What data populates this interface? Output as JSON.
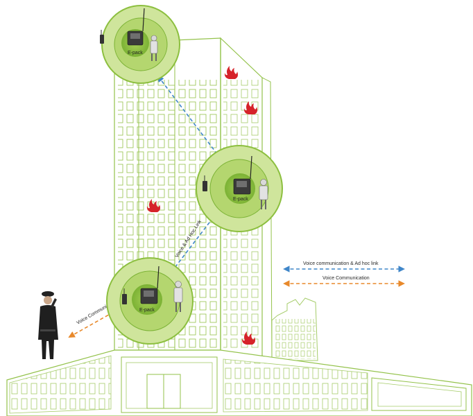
{
  "nodes": [
    {
      "id": "top",
      "label": "E-pack"
    },
    {
      "id": "middle",
      "label": "E-pack"
    },
    {
      "id": "bottom",
      "label": "E-pack"
    }
  ],
  "links": {
    "adhoc_label": "Voice & Ad Hoc Link",
    "voice_label": "Voice Communication"
  },
  "legend": {
    "items": [
      {
        "label": "Voice communication &  Ad hoc link",
        "color": "#3f86c9"
      },
      {
        "label": "Voice Communication",
        "color": "#e8892b"
      }
    ]
  },
  "colors": {
    "building_outline": "#93c24a",
    "node_outer": "#c5df8f",
    "node_inner": "#8cbf3f",
    "adhoc_link": "#3f86c9",
    "voice_link": "#e8892b",
    "fire": "#d6232a"
  },
  "icons": [
    "fire-icon",
    "radio-icon",
    "e-pack-device-icon",
    "firefighter-icon",
    "officer-icon"
  ]
}
